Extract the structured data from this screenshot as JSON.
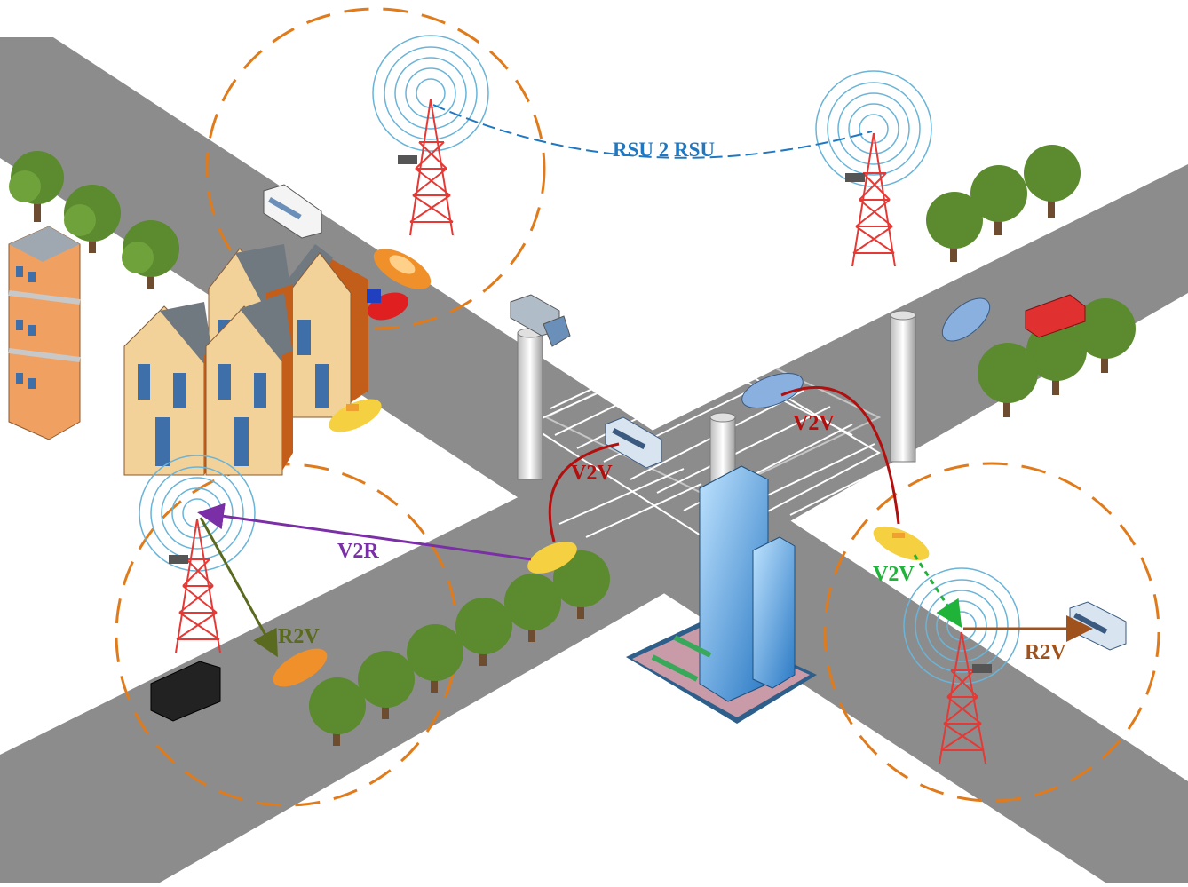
{
  "links": {
    "rsu2rsu": "RSU 2 RSU",
    "v2v_top": "V2V",
    "v2v_mid": "V2V",
    "v2v_right": "V2V",
    "v2r": "V2R",
    "r2v_left": "R2V",
    "r2v_right": "R2V"
  },
  "colors": {
    "road": "#8c8c8c",
    "crosswalk": "#ffffff",
    "coverage": "#e07b1c",
    "rsu2rsu": "#1f78c1",
    "v2v": "#b20f0f",
    "v2v_green": "#1fb33a",
    "v2r": "#7a2fa6",
    "r2v_left": "#5a6b1f",
    "r2v_right": "#a0521c",
    "tower": "#e53935",
    "tree": "#5b8a2f",
    "building_blue": "#3a8fd6"
  },
  "icons": [
    "cell-tower-icon",
    "bus-icon",
    "car-icon",
    "truck-icon",
    "tree-icon",
    "house-icon",
    "apartment-icon",
    "skyscraper-icon",
    "pillar-icon"
  ]
}
